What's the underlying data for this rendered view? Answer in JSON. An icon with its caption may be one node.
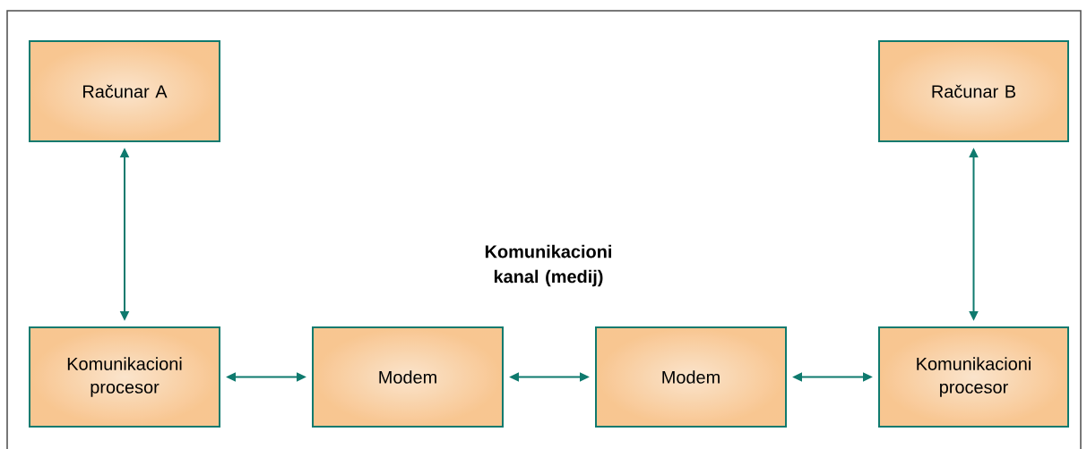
{
  "diagram": {
    "nodes": [
      {
        "text": [
          "Računar A"
        ]
      },
      {
        "text": [
          "Računar B"
        ]
      },
      {
        "text": [
          "Komunikacioni procesor"
        ]
      },
      {
        "text": [
          "Modem"
        ]
      },
      {
        "text": [
          "Modem"
        ]
      },
      {
        "text": [
          "Komunikacioni procesor"
        ]
      }
    ],
    "edges": [
      {
        "from": 0,
        "to": 2,
        "arrow": "both"
      },
      {
        "from": 2,
        "to": 3,
        "arrow": "both"
      },
      {
        "from": 3,
        "to": 4,
        "arrow": "both"
      },
      {
        "from": 4,
        "to": 5,
        "arrow": "both"
      },
      {
        "from": 1,
        "to": 5,
        "arrow": "both"
      }
    ],
    "labels": [
      "Komunikacioni kanal (medij)"
    ]
  }
}
